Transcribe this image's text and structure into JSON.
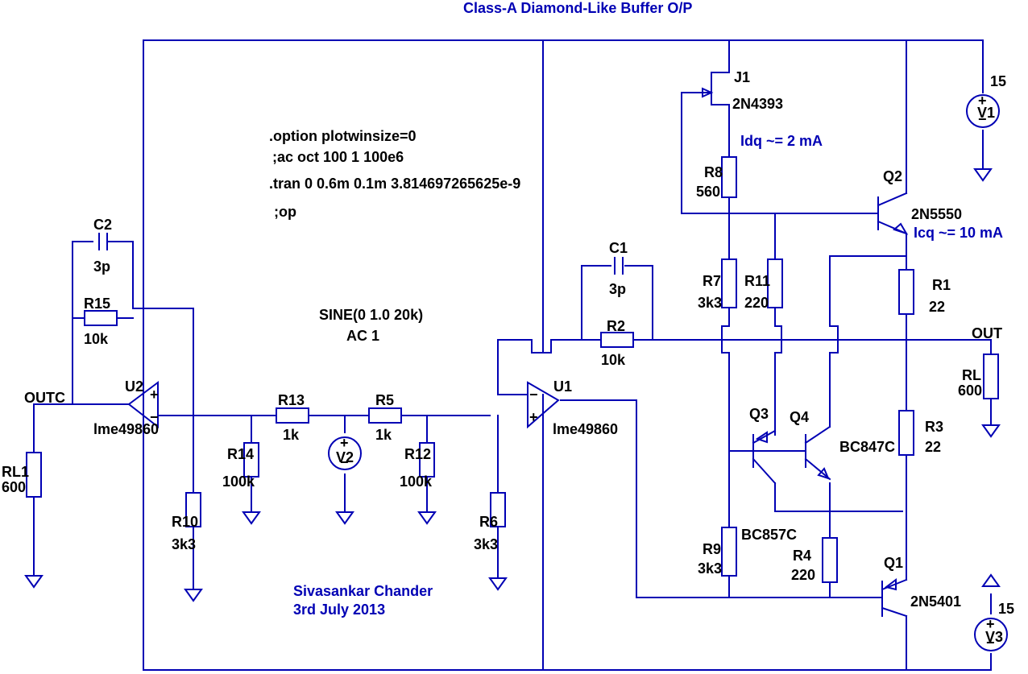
{
  "title": "Class-A Diamond-Like Buffer O/P",
  "author": {
    "name": "Sivasankar Chander",
    "date": "3rd July 2013"
  },
  "spice_directives": [
    ".option plotwinsize=0",
    ";ac oct 100 1 100e6",
    ".tran 0 0.6m 0.1m 3.814697265625e-9",
    ";op"
  ],
  "source_v2": {
    "line1": "SINE(0 1.0 20k)",
    "line2": "AC 1"
  },
  "annotations": {
    "j1_current": "Idq ~= 2 mA",
    "q2_current": "Icq ~= 10 mA"
  },
  "nets": {
    "out": "OUT",
    "outc": "OUTC"
  },
  "components": {
    "C1": {
      "ref": "C1",
      "value": "3p"
    },
    "C2": {
      "ref": "C2",
      "value": "3p"
    },
    "R1": {
      "ref": "R1",
      "value": "22"
    },
    "R2": {
      "ref": "R2",
      "value": "10k"
    },
    "R3": {
      "ref": "R3",
      "value": "22"
    },
    "R4": {
      "ref": "R4",
      "value": "220"
    },
    "R5": {
      "ref": "R5",
      "value": "1k"
    },
    "R6": {
      "ref": "R6",
      "value": "3k3"
    },
    "R7": {
      "ref": "R7",
      "value": "3k3"
    },
    "R8": {
      "ref": "R8",
      "value": "560"
    },
    "R9": {
      "ref": "R9",
      "value": "3k3"
    },
    "R10": {
      "ref": "R10",
      "value": "3k3"
    },
    "R11": {
      "ref": "R11",
      "value": "220"
    },
    "R12": {
      "ref": "R12",
      "value": "100k"
    },
    "R13": {
      "ref": "R13",
      "value": "1k"
    },
    "R14": {
      "ref": "R14",
      "value": "100k"
    },
    "R15": {
      "ref": "R15",
      "value": "10k"
    },
    "RL": {
      "ref": "RL",
      "value": "600"
    },
    "RL1": {
      "ref": "RL1",
      "value": "600"
    },
    "U1": {
      "ref": "U1",
      "value": "lme49860"
    },
    "U2": {
      "ref": "U2",
      "value": "lme49860"
    },
    "J1": {
      "ref": "J1",
      "value": "2N4393"
    },
    "Q1": {
      "ref": "Q1",
      "value": "2N5401"
    },
    "Q2": {
      "ref": "Q2",
      "value": "2N5550"
    },
    "Q3": {
      "ref": "Q3",
      "value": "BC857C"
    },
    "Q4": {
      "ref": "Q4",
      "value": "BC847C"
    },
    "V1": {
      "ref": "V1",
      "value": "15"
    },
    "V2": {
      "ref": "V2",
      "value": ""
    },
    "V3": {
      "ref": "V3",
      "value": "15"
    }
  },
  "colors": {
    "wire": "#0000b4",
    "label": "#000000",
    "comment": "#0000b4",
    "background": "#ffffff"
  }
}
